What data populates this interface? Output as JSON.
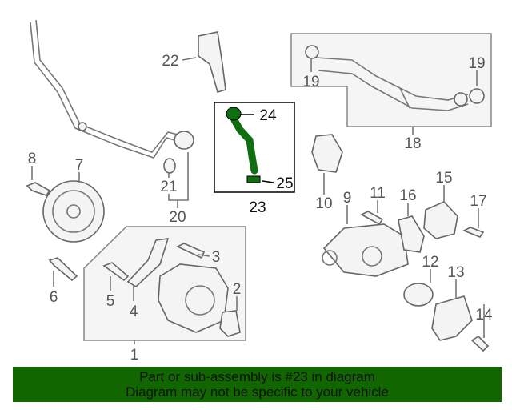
{
  "callouts": {
    "c1": "1",
    "c2": "2",
    "c3": "3",
    "c4": "4",
    "c5": "5",
    "c6": "6",
    "c7": "7",
    "c8": "8",
    "c9": "9",
    "c10": "10",
    "c11": "11",
    "c12": "12",
    "c13": "13",
    "c14": "14",
    "c15": "15",
    "c16": "16",
    "c17": "17",
    "c18": "18",
    "c19a": "19",
    "c19b": "19",
    "c20": "20",
    "c21": "21",
    "c22": "22",
    "c23": "23",
    "c24": "24",
    "c25": "25"
  },
  "banner": {
    "line1": "Part or sub-assembly is #23 in diagram",
    "line2": "Diagram may not be specific to your vehicle"
  },
  "colors": {
    "highlight": "#0f6e0f",
    "banner": "#116600"
  }
}
